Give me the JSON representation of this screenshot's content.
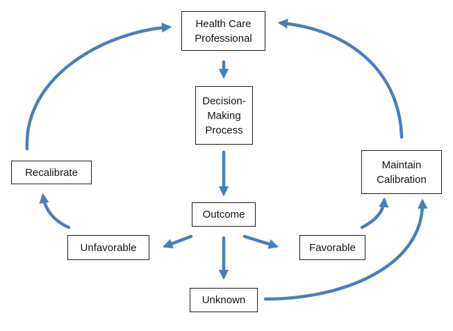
{
  "diagram": {
    "arrow_color": "#4a7ebb",
    "nodes": {
      "health_care_professional": {
        "lines": [
          "Health Care",
          "Professional"
        ]
      },
      "decision_making_process": {
        "lines": [
          "Decision-",
          "Making",
          "Process"
        ]
      },
      "outcome": {
        "label": "Outcome"
      },
      "recalibrate": {
        "label": "Recalibrate"
      },
      "unfavorable": {
        "label": "Unfavorable"
      },
      "unknown": {
        "label": "Unknown"
      },
      "favorable": {
        "label": "Favorable"
      },
      "maintain_calibration": {
        "lines": [
          "Maintain",
          "Calibration"
        ]
      }
    },
    "edges": [
      {
        "from": "health_care_professional",
        "to": "decision_making_process"
      },
      {
        "from": "decision_making_process",
        "to": "outcome"
      },
      {
        "from": "outcome",
        "to": "unfavorable"
      },
      {
        "from": "outcome",
        "to": "unknown"
      },
      {
        "from": "outcome",
        "to": "favorable"
      },
      {
        "from": "unfavorable",
        "to": "recalibrate"
      },
      {
        "from": "recalibrate",
        "to": "health_care_professional"
      },
      {
        "from": "favorable",
        "to": "maintain_calibration"
      },
      {
        "from": "unknown",
        "to": "maintain_calibration"
      },
      {
        "from": "maintain_calibration",
        "to": "health_care_professional"
      }
    ]
  }
}
